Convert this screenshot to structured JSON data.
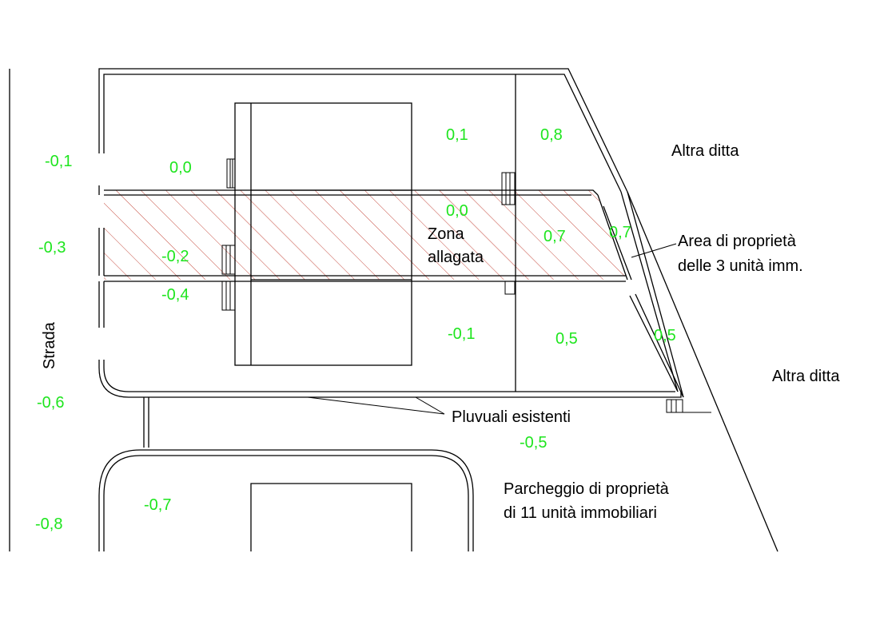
{
  "labels": {
    "altra_ditta_top": "Altra ditta",
    "altra_ditta_right": "Altra ditta",
    "area_line1": "Area di proprietà",
    "area_line2": "delle 3 unità imm.",
    "zona_line1": "Zona",
    "zona_line2": "allagata",
    "strada": "Strada",
    "pluvuali": "Pluvuali esistenti",
    "parcheggio_line1": "Parcheggio di proprietà",
    "parcheggio_line2": "di 11 unità immobiliari"
  },
  "elevations": {
    "road_1": "-0,1",
    "road_2": "-0,3",
    "road_3": "-0,6",
    "road_4": "-0,8",
    "room_nw": "0,0",
    "room_n": "0,1",
    "room_ne": "0,8",
    "flood_center": "0,0",
    "flood_west": "-0,2",
    "flood_east": "0,7",
    "side_strip_upper": "0,7",
    "below_flood": "-0,4",
    "room_s": "-0,1",
    "room_se": "0,5",
    "side_strip_lower": "0,5",
    "parking_top": "-0,5",
    "parking_left": "-0,7"
  },
  "colors": {
    "elevation_text": "#1ee51e",
    "hatch": "#c0392b"
  }
}
